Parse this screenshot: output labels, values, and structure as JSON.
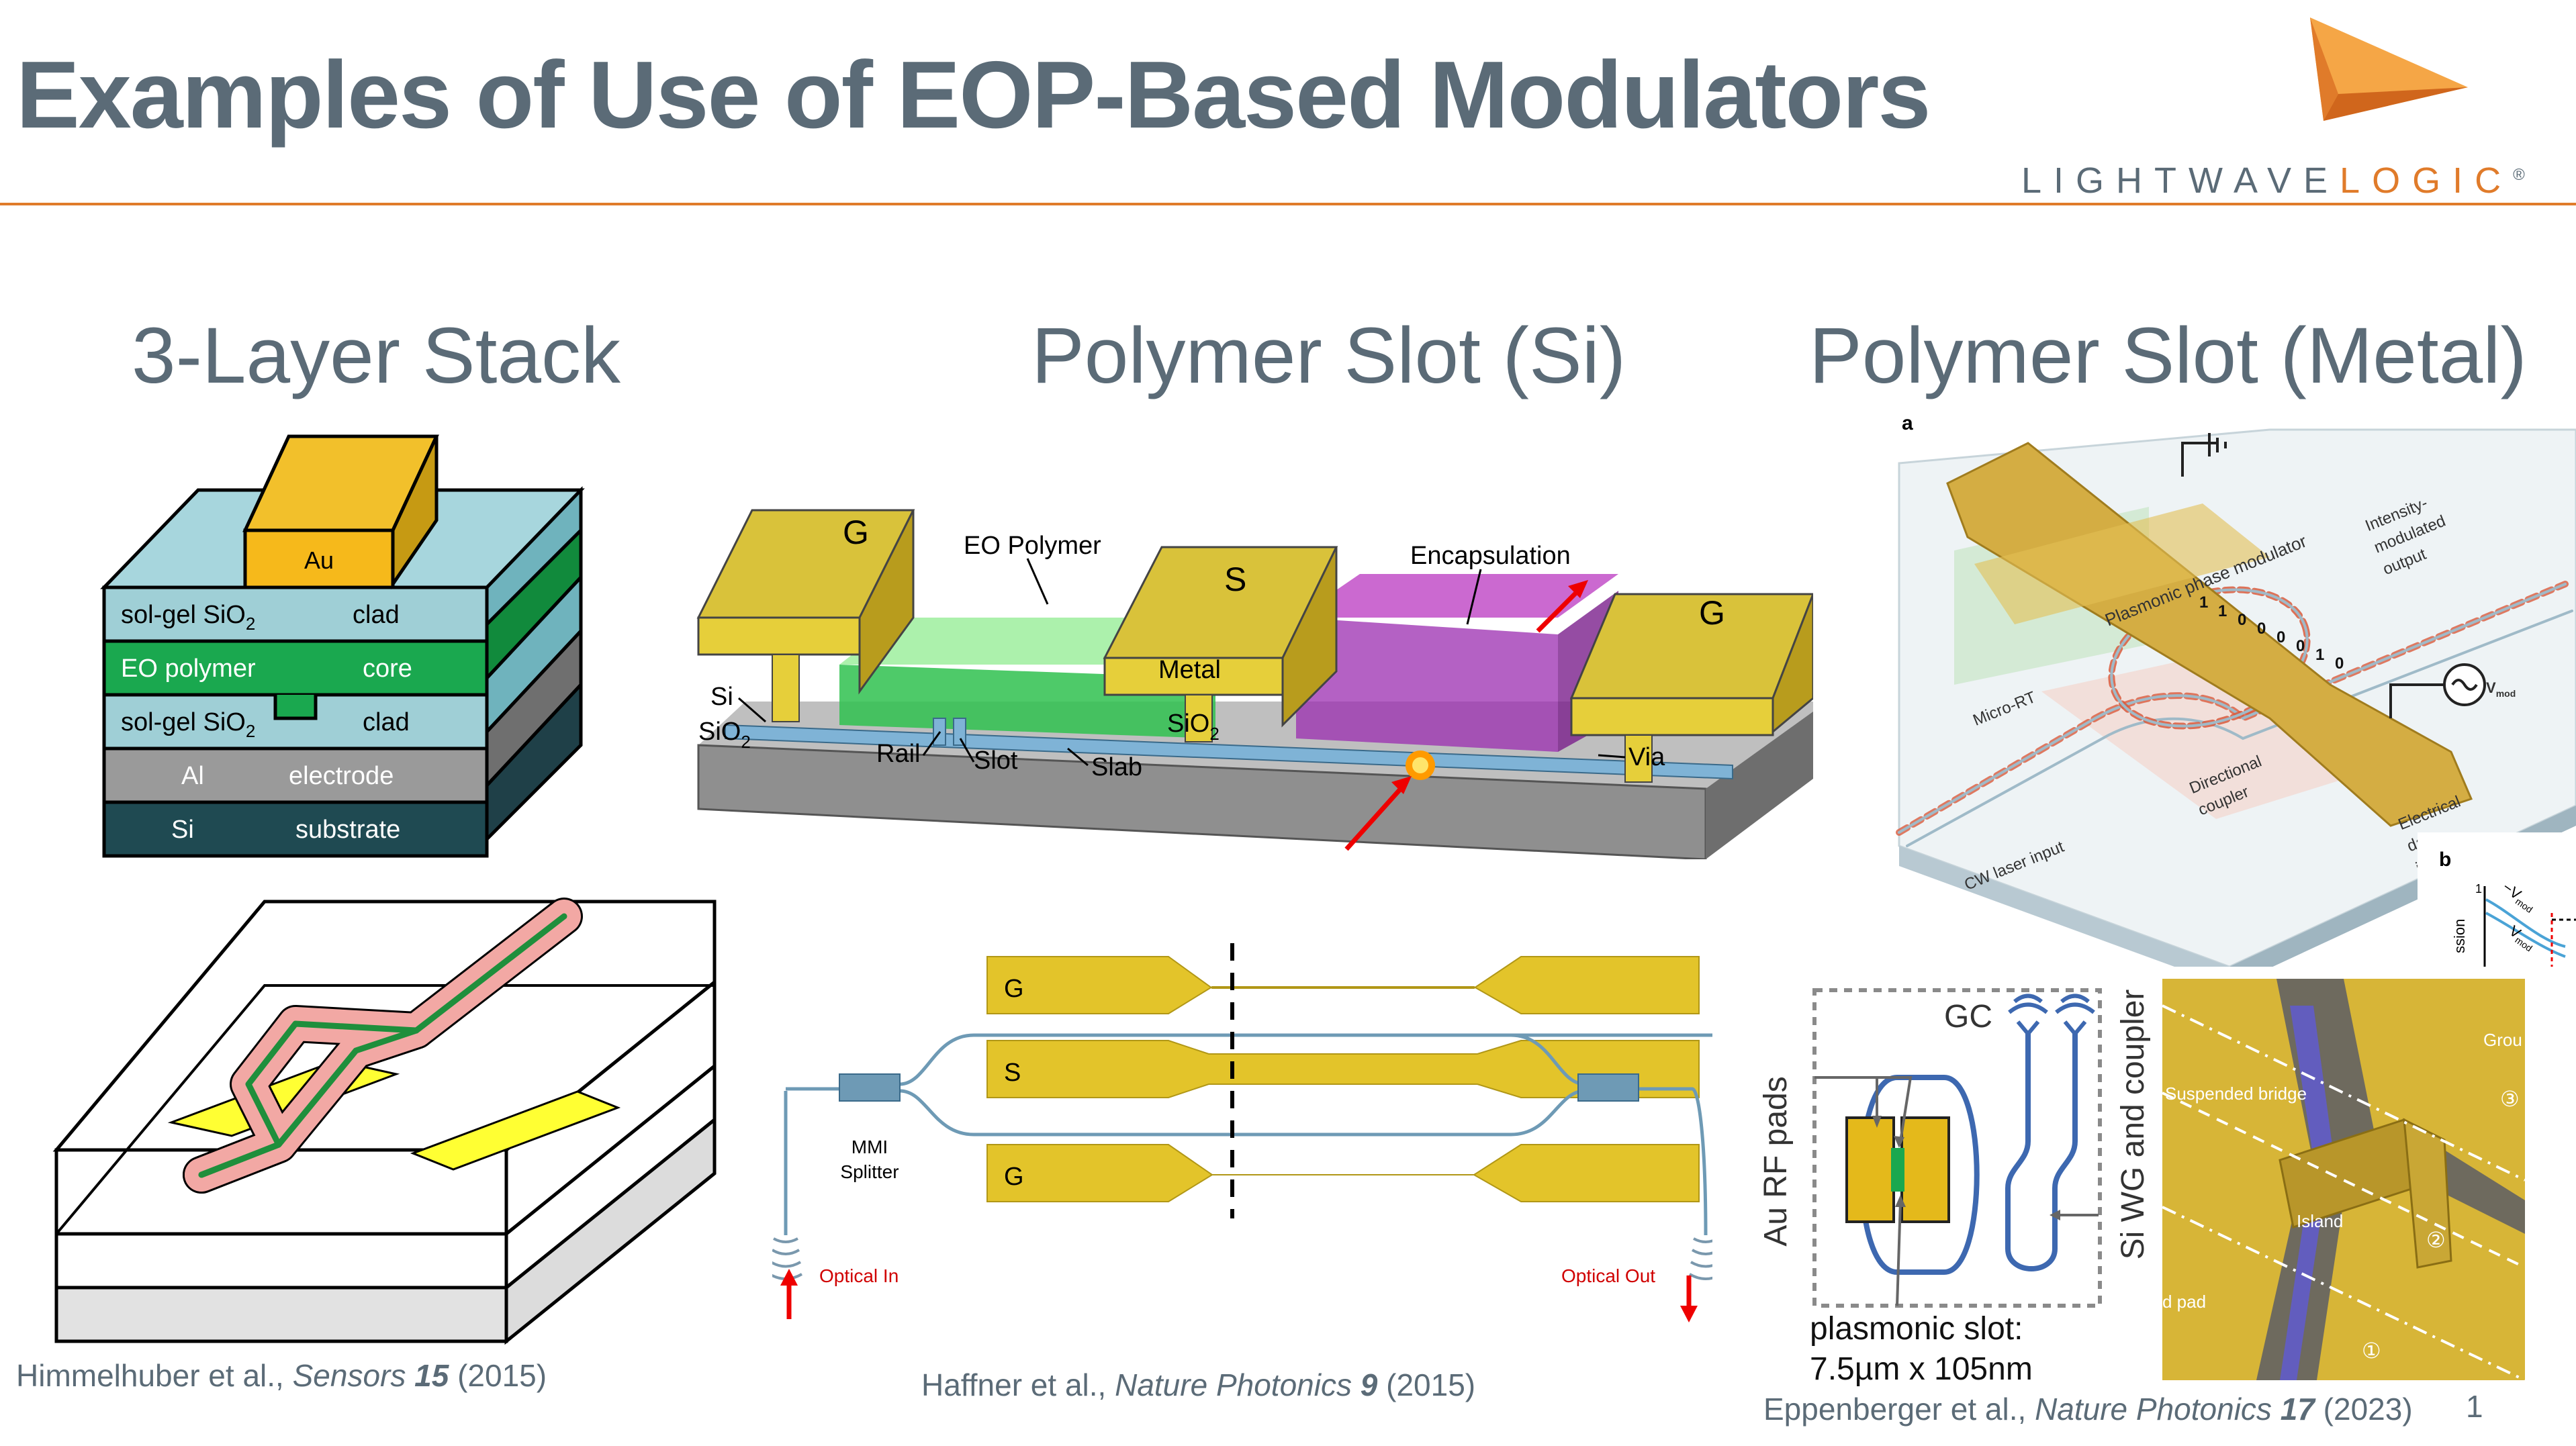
{
  "slide": {
    "title": "Examples of Use of EOP-Based Modulators",
    "page_number": "1"
  },
  "logo": {
    "left": "LIGHTWAVE",
    "right": "LOGIC",
    "mark": "®"
  },
  "columns": {
    "stack": {
      "title": "3-Layer Stack"
    },
    "si": {
      "title": "Polymer Slot (Si)"
    },
    "metal": {
      "title": "Polymer Slot (Metal)"
    }
  },
  "stack_diagram": {
    "au": "Au",
    "layers": [
      {
        "left": "sol-gel SiO",
        "sub": "2",
        "right": "clad"
      },
      {
        "left": "EO polymer",
        "right": "core"
      },
      {
        "left": "sol-gel SiO",
        "sub": "2",
        "right": "clad"
      },
      {
        "left": "Al",
        "right": "electrode"
      },
      {
        "left": "Si",
        "right": "substrate"
      }
    ]
  },
  "si_diagram": {
    "g_left": "G",
    "s": "S",
    "g_right": "G",
    "eo_polymer": "EO Polymer",
    "encapsulation": "Encapsulation",
    "metal": "Metal",
    "sio2_block": "SiO",
    "sio2_block_sub": "2",
    "si": "Si",
    "sio2_base": "SiO",
    "sio2_base_sub": "2",
    "rail": "Rail",
    "slot": "Slot",
    "slab": "Slab",
    "via": "Via"
  },
  "mzm_diagram": {
    "g_top": "G",
    "s": "S",
    "g_bottom": "G",
    "splitter_line1": "MMI",
    "splitter_line2": "Splitter",
    "optical_in": "Optical In",
    "optical_out": "Optical Out"
  },
  "metal_top": {
    "panel_a": "a",
    "panel_b": "b",
    "plasmonic_phase_modulator": "Plasmonic phase modulator",
    "intensity_1": "Intensity-",
    "intensity_2": "modulated",
    "intensity_3": "output",
    "micro_rt": "Micro-RT",
    "directional_1": "Directional",
    "directional_2": "coupler",
    "cw_laser": "CW laser input",
    "electrical_1": "Electrical",
    "electrical_2": "data",
    "electrical_3": "input",
    "v_mod": "V",
    "v_mod_sub": "mod",
    "bits": [
      "1",
      "1",
      "0",
      "0",
      "0",
      "0",
      "1",
      "0"
    ],
    "graph_one": "1",
    "graph_neg_v": "−V",
    "graph_ssion": "ssion"
  },
  "metal_bottom": {
    "au_rf_pads": "Au RF pads",
    "gc": "GC",
    "si_wg": "Si WG and coupler",
    "plasmonic_slot_1": "plasmonic slot:",
    "plasmonic_slot_2": "7.5µm x 105nm",
    "sem_suspended": "Suspended bridge",
    "sem_island": "Island",
    "sem_pad": "d pad",
    "sem_grou": "Grou",
    "sem_c1": "①",
    "sem_c2": "②",
    "sem_c3": "③"
  },
  "citations": {
    "stack": {
      "authors": "Himmelhuber et al., ",
      "journal": "Sensors",
      "volume": "15",
      "year": " (2015)"
    },
    "si": {
      "authors": "Haffner et al., ",
      "journal": "Nature Photonics",
      "volume": "9",
      "year": " (2015)"
    },
    "metal": {
      "authors": "Eppenberger et al., ",
      "journal": "Nature Photonics",
      "volume": "17",
      "year": " (2023)"
    }
  },
  "colors": {
    "title_gray": "#5b6b77",
    "accent_orange": "#e07b2a",
    "gold": "#d7b51f",
    "aqua": "#9fcfd6",
    "eo_green": "#1aa84f",
    "purple": "#a43bb8"
  }
}
